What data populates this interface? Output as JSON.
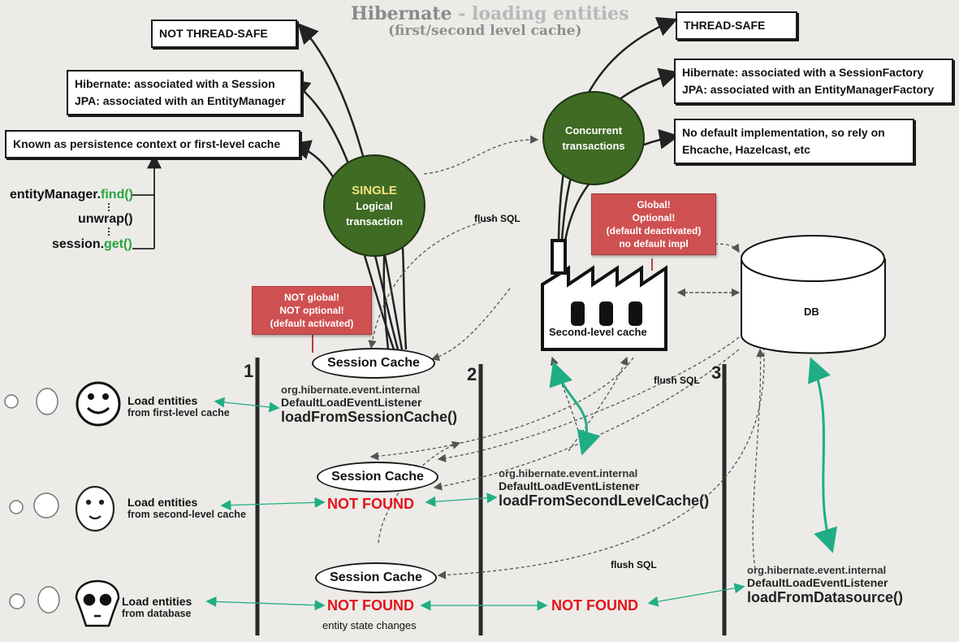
{
  "title": {
    "main": "Hibernate",
    "suffix": " - loading entities",
    "subtitle": "(first/second level cache)"
  },
  "left_notes": {
    "not_thread_safe": "NOT THREAD-SAFE",
    "session_assoc_1": "Hibernate: associated with a Session",
    "session_assoc_2": "JPA: associated with an EntityManager",
    "persistence_context": "Known as persistence context or first-level cache"
  },
  "right_notes": {
    "thread_safe": "THREAD-SAFE",
    "factory_assoc_1": "Hibernate: associated with a SessionFactory",
    "factory_assoc_2": "JPA: associated with an EntityManagerFactory",
    "no_default_1": "No default implementation, so rely on",
    "no_default_2": "Ehcache, Hazelcast, etc"
  },
  "code_chain": {
    "em_prefix": "entityManager.",
    "em_find": "find()",
    "unwrap": "unwrap()",
    "session_prefix": "session.",
    "session_get": "get()"
  },
  "single_tx": {
    "line1": "SINGLE",
    "line2": "Logical",
    "line3": "transaction"
  },
  "concurrent_tx": {
    "line1": "Concurrent",
    "line2": "transactions"
  },
  "red_notes": {
    "first": [
      "NOT global!",
      "NOT optional!",
      "(default activated)"
    ],
    "second": [
      "Global!",
      "Optional!",
      "(default deactivated)",
      "no default impl"
    ]
  },
  "session_cache": "Session Cache",
  "second_level_cache": "Second-level cache",
  "db": "DB",
  "flush_sql": "flush SQL",
  "columns": [
    "1",
    "2",
    "3"
  ],
  "package": "org.hibernate.event.internal",
  "listener": "DefaultLoadEventListener",
  "methods": {
    "session": "loadFromSessionCache()",
    "second": "loadFromSecondLevelCache()",
    "datasource": "loadFromDatasource()"
  },
  "not_found": "NOT FOUND",
  "load_entities": "Load entities",
  "rows": [
    {
      "label": "Load entities",
      "source": "from first-level cache"
    },
    {
      "label": "Load entities",
      "source": "from second-level cache"
    },
    {
      "label": "Load entities",
      "source": "from database"
    }
  ],
  "entity_state_changes": "entity state changes",
  "colors": {
    "green_circle": "#3f6b24",
    "red_note": "#cf5051",
    "arrow_green": "#1fae83",
    "not_found": "#e4141a"
  }
}
